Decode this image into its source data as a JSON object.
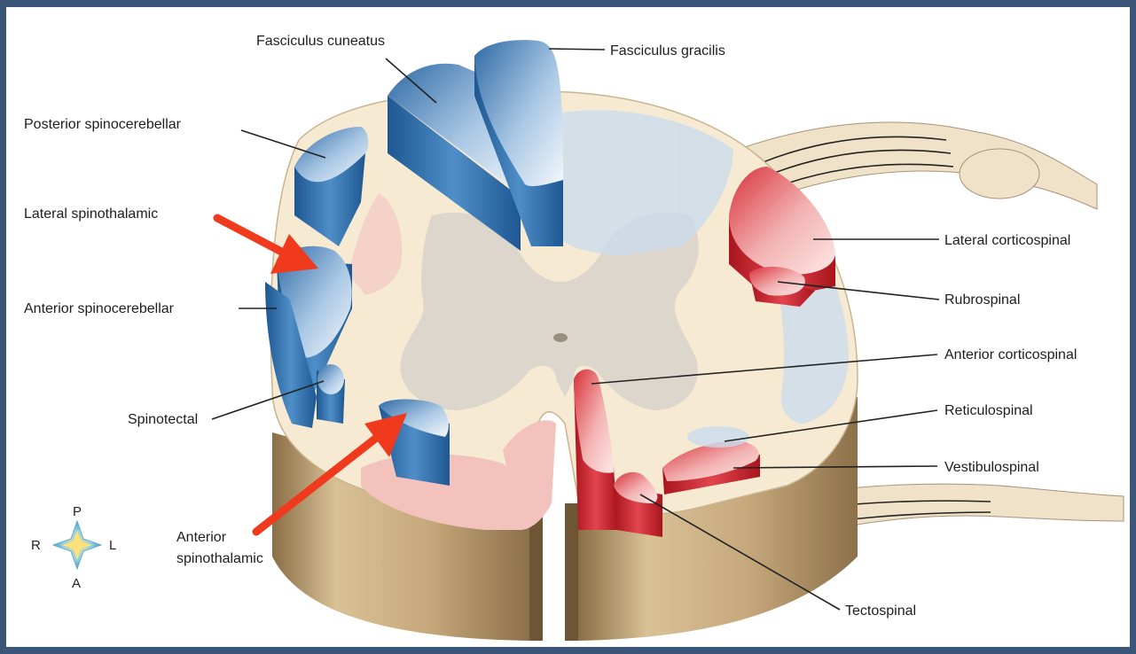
{
  "labels": {
    "fasciculus_cuneatus": "Fasciculus cuneatus",
    "fasciculus_gracilis": "Fasciculus gracilis",
    "posterior_spinocerebellar": "Posterior spinocerebellar",
    "lateral_spinothalamic": "Lateral spinothalamic",
    "anterior_spinocerebellar": "Anterior spinocerebellar",
    "spinotectal": "Spinotectal",
    "anterior_spinothalamic_line1": "Anterior",
    "anterior_spinothalamic_line2": "spinothalamic",
    "lateral_corticospinal": "Lateral corticospinal",
    "rubrospinal": "Rubrospinal",
    "anterior_corticospinal": "Anterior corticospinal",
    "reticulospinal": "Reticulospinal",
    "vestibulospinal": "Vestibulospinal",
    "tectospinal": "Tectospinal"
  },
  "compass": {
    "top": "P",
    "left": "R",
    "right": "L",
    "bottom": "A"
  },
  "colors": {
    "ascending_tract": "#3f7fb8",
    "descending_tract": "#d8313b",
    "highlight_arrow": "#f03a1e",
    "white_matter": "#f6ead3",
    "gray_matter": "#ddd6cc",
    "cut_side": "#c9ae84"
  },
  "icons": {
    "compass": "compass-star-icon",
    "arrow": "highlight-arrow-icon"
  }
}
